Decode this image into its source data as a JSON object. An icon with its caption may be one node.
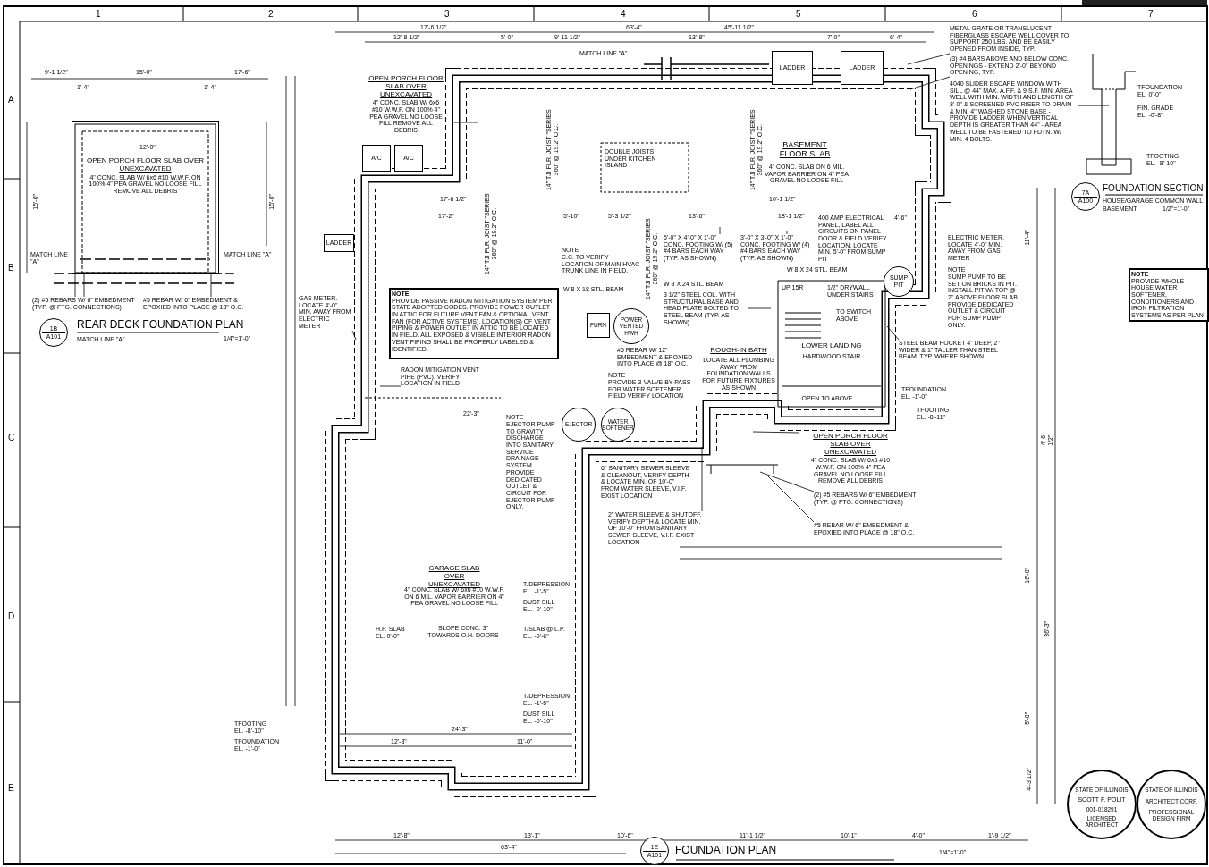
{
  "diagram": {
    "nodes": [
      {
        "text": [
          "NOTE",
          "PROVIDE PASSIVE RADON MITIGATION SYSTEM PER STATE ADOPTED CODES. PROVIDE POWER OUTLET IN ATTIC FOR FUTURE VENT FAN & OPTIONAL VENT FAN (FOR ACTIVE SYSTEMS). LOCATION(S) OF VENT PIPING & POWER OUTLET IN ATTIC TO BE LOCATED IN FIELD. ALL EXPOSED & VISIBLE INTERIOR RADON VENT PIPING SHALL BE PROPERLY LABELED & IDENTIFIED."
        ]
      },
      {
        "text": [
          "NOTE",
          "PROVIDE WHOLE HOUSE WATER SOFTENER, CONDITIONERS AND IRON FILTRATION SYSTEMS AS PER PLAN"
        ]
      },
      {
        "text": [
          "A/C"
        ]
      },
      {
        "text": [
          "A/C"
        ]
      },
      {
        "text": [
          "LADDER"
        ]
      },
      {
        "text": [
          "LADDER"
        ]
      },
      {
        "text": [
          "LADDER"
        ]
      },
      {
        "text": [
          "SUMP PIT"
        ]
      },
      {
        "text": [
          "POWER VENTED HWH"
        ]
      },
      {
        "text": [
          "FURN"
        ]
      },
      {
        "text": [
          "EJECTOR"
        ]
      },
      {
        "text": [
          "WATER SOFTENER"
        ]
      },
      {
        "text": [
          "1B",
          "A101"
        ]
      },
      {
        "text": [
          "1E",
          "A101"
        ]
      },
      {
        "text": [
          "7A",
          "A100"
        ]
      },
      {
        "text": [
          "(2) #5 REBARS W/ 6\" EMBEDMENT (TYP. @ FTG. CONNECTIONS)"
        ]
      },
      {
        "text": [
          "#5 REBAR W/ 6\" EMBEDMENT & EPOXIED INTO PLACE @ 18\" O.C."
        ]
      },
      {
        "text": [
          "OPEN PORCH FLOOR SLAB OVER UNEXCAVATED",
          "4\" CONC. SLAB W/ 6x6 #10 W.W.F. ON 100% 4\" PEA GRAVEL NO LOOSE FILL REMOVE ALL DEBRIS"
        ]
      },
      {
        "text": [
          "METAL GRATE OR TRANSLUCENT FIBERGLASS ESCAPE WELL COVER TO SUPPORT 250 LBS. AND BE EASILY OPENED FROM INSIDE, TYP."
        ]
      },
      {
        "text": [
          "(3) #4 BARS ABOVE AND BELOW CONC. OPENINGS - EXTEND 2'-0\" BEYOND OPENING, TYP."
        ]
      },
      {
        "text": [
          "RADON MITIGATION VENT PIPE (PVC). VERIFY LOCATION IN FIELD"
        ]
      },
      {
        "text": [
          "STEEL BEAM POCKET 4\" DEEP, 2\" WIDER & 1\" TALLER THAN STEEL BEAM, TYP. WHERE SHOWN"
        ]
      },
      {
        "text": [
          "GAS METER. LOCATE 4'-0\" MIN. AWAY FROM ELECTRIC METER"
        ]
      },
      {
        "text": [
          "2\" WATER SLEEVE & SHUTOFF. VERIFY DEPTH & LOCATE MIN. OF 10'-0\" FROM SANITARY SEWER SLEEVE, V.I.F. EXIST LOCATION"
        ]
      },
      {
        "text": [
          "(2) #5 REBARS W/ 6\" EMBEDMENT (TYP. @ FTG. CONNECTIONS)"
        ]
      },
      {
        "text": [
          "#5 REBAR W/ 6\" EMBEDMENT & EPOXIED INTO PLACE @ 18\" O.C."
        ]
      },
      {
        "text": [
          "5'-0\" X 4'-0\" X 1'-0\" CONC. FOOTING W/ (5) #4 BARS EACH WAY (TYP. AS SHOWN)"
        ]
      },
      {
        "text": [
          "3'-0\" X 3'-0\" X 1'-0\" CONC. FOOTING W/ (4) #4 BARS EACH WAY (TYP. AS SHOWN)"
        ]
      },
      {
        "text": [
          "3 1/2\" STEEL COL. WITH STRUCTURAL BASE AND HEAD PLATE BOLTED TO STEEL BEAM (TYP. AS SHOWN)"
        ]
      },
      {
        "text": [
          "OPEN PORCH FLOOR SLAB OVER UNEXCAVATED",
          "4\" CONC. SLAB W/ 6x6 #10 W.W.F. ON 100% 4\" PEA GRAVEL NO LOOSE FILL REMOVE ALL DEBRIS"
        ]
      },
      {
        "text": [
          "OPEN PORCH FLOOR SLAB OVER UNEXCAVATED",
          "4\" CONC. SLAB W/ 6x6 #10 W.W.F. ON 100% 4\" PEA GRAVEL NO LOOSE FILL REMOVE ALL DEBRIS"
        ]
      }
    ],
    "edges": [
      {
        "from": 15,
        "to": 30,
        "arrow": "none"
      },
      {
        "from": 15,
        "to": 30,
        "arrow": "none"
      },
      {
        "from": 16,
        "to": 30,
        "arrow": "none"
      },
      {
        "from": 17,
        "to": null,
        "arrow": "none"
      },
      {
        "from": 18,
        "to": null,
        "arrow": "none"
      },
      {
        "from": 19,
        "to": null,
        "arrow": "none"
      },
      {
        "from": 20,
        "to": null,
        "arrow": "none"
      },
      {
        "from": 21,
        "to": null,
        "arrow": "none"
      },
      {
        "from": 22,
        "to": null,
        "arrow": "none"
      },
      {
        "from": 23,
        "to": null,
        "arrow": "none"
      },
      {
        "from": 24,
        "to": null,
        "arrow": "none"
      },
      {
        "from": 25,
        "to": null,
        "arrow": "none"
      },
      {
        "from": 26,
        "to": null,
        "arrow": "none"
      },
      {
        "from": 27,
        "to": null,
        "arrow": "none"
      },
      {
        "from": 28,
        "to": null,
        "arrow": "none"
      },
      {
        "from": 29,
        "to": null,
        "arrow": "none"
      }
    ],
    "labels": [
      "1",
      "2",
      "3",
      "4",
      "5",
      "6",
      "7",
      "A",
      "B",
      "C",
      "D",
      "E",
      "MATCH LINE \"A\"",
      "MATCH LINE \"A\"",
      "REAR DECK FOUNDATION PLAN",
      "MATCH LINE \"A\"",
      "1/4\"=1'-0\"",
      "9'-1 1/2\"",
      "15'-0\"",
      "17'-6\"",
      "1'-4\"",
      "1'-4\"",
      "12'-0\"",
      "15'-0\"",
      "15'-0\"",
      "17'-6 1/2\"",
      "63'-4\"",
      "45'-11 1/2\"",
      "12'-8 1/2\"",
      "5'-0\"",
      "9'-11 1/2\"",
      "13'-8\"",
      "7'-0\"",
      "6'-4\"",
      "MATCH LINE \"A\"",
      "BASEMENT FLOOR SLAB",
      "4\" CONC. SLAB ON 6 MIL. VAPOR BARRIER ON 4\" PEA GRAVEL NO LOOSE FILL",
      "DOUBLE JOISTS UNDER KITCHEN ISLAND",
      "14\" TJI FLR. JOIST \"SERIES 360\" @ 19.2\" O.C.",
      "14\" TJI FLR. JOIST \"SERIES 360\" @ 19.2\" O.C.",
      "14\" TJI FLR. JOIST \"SERIES 360\" @ 19.2\" O.C.",
      "14\" TJI FLR. JOIST \"SERIES 360\" @ 19.2\" O.C.",
      "17'-6 1/2\"",
      "17'-2\"",
      "5'-10\"",
      "5'-3 1/2\"",
      "13'-6\"",
      "10'-1 1/2\"",
      "18'-1 1/2\"",
      "4'-6\"",
      "400 AMP ELECTRICAL PANEL, LABEL ALL CIRCUITS ON PANEL DOOR & FIELD VERIFY LOCATION. LOCATE MIN. 5'-0\" FROM SUMP PIT",
      "ELECTRIC METER. LOCATE 4'-0\" MIN. AWAY FROM GAS METER",
      "4040 SLIDER ESCAPE WINDOW WITH SILL @ 44\" MAX. A.F.F. & 9 S.F. MIN. AREA WELL WITH MIN. WIDTH AND LENGTH OF 3'-0\" & SCREENED PVC RISER TO DRAIN & MIN. 4\" WASHED STONE BASE - PROVIDE LADDER WHEN VERTICAL DEPTH IS GREATER THAN 44\" - AREA WELL TO BE FASTENED TO FDTN. W/ MIN. 4 BOLTS.",
      "NOTE",
      "SUMP PUMP TO BE SET ON BRICKS IN PIT. INSTALL PIT W/ TOP @ 2\" ABOVE FLOOR SLAB. PROVIDE DEDICATED OUTLET & CIRCUIT FOR SUMP PUMP ONLY.",
      "TFOUNDATION",
      "EL. 0'-0\"",
      "FIN. GRADE",
      "EL. -0'-8\"",
      "TFOOTING",
      "EL. -8'-10\"",
      "FOUNDATION SECTION",
      "HOUSE/GARAGE COMMON WALL",
      "BASEMENT",
      "1/2\"=1'-0\"",
      "NOTE",
      "C.C. TO VERIFY LOCATION OF MAIN HVAC TRUNK LINE IN FIELD.",
      "W 8 X 18 STL. BEAM",
      "W 8 X 24 STL. BEAM",
      "W 8 X 24 STL. BEAM",
      "ROUGH-IN BATH",
      "LOCATE ALL PLUMBING AWAY FROM FOUNDATION WALLS FOR FUTURE FIXTURES AS SHOWN",
      "LOWER LANDING",
      "HARDWOOD STAIR",
      "OPEN TO ABOVE",
      "UP 15R",
      "1/2\" DRYWALL UNDER STAIRS",
      "TO SWITCH ABOVE",
      "#5 REBAR W/ 12\" EMBEDMENT & EPOXIED INTO PLACE @ 18\" O.C.",
      "NOTE",
      "PROVIDE 3-VALVE BY-PASS FOR WATER SOFTENER. FIELD VERIFY LOCATION",
      "NOTE",
      "EJECTOR PUMP TO GRAVITY DISCHARGE INTO SANITARY SERVICE DRAINAGE SYSTEM. PROVIDE DEDICATED OUTLET & CIRCUIT FOR EJECTOR PUMP ONLY.",
      "6\" SANITARY SEWER SLEEVE & CLEANOUT, VERIFY DEPTH & LOCATE MIN. OF 10'-0\" FROM WATER SLEEVE, V.I.F. EXIST LOCATION",
      "22'-3\"",
      "GARAGE SLAB OVER UNEXCAVATED",
      "4\" CONC. SLAB W/ 6x6 #10 W.W.F. ON 6 MIL. VAPOR BARRIER ON 4\" PEA GRAVEL NO LOOSE FILL",
      "T/DEPRESSION",
      "EL. -1'-5\"",
      "DUST SILL",
      "EL. -0'-10\"",
      "T/SLAB @ L.P.",
      "EL. -0'-6\"",
      "H.P. SLAB",
      "EL. 0'-0\"",
      "SLOPE CONC. 3\" TOWARDS O.H. DOORS",
      "T/DEPRESSION",
      "EL. -1'-5\"",
      "DUST SILL",
      "EL. -0'-10\"",
      "TFOUNDATION",
      "EL. -1'-0\"",
      "TFOOTING",
      "EL. -8'-11\"",
      "TFOOTING",
      "EL. -8'-10\"",
      "TFOUNDATION",
      "EL. -1'-0\"",
      "24'-3\"",
      "12'-8\"",
      "11'-0\"",
      "12'-8\"",
      "13'-1\"",
      "10'-6\"",
      "11'-1 1/2\"",
      "10'-1\"",
      "4'-0\"",
      "1'-9 1/2\"",
      "63'-4\"",
      "FOUNDATION PLAN",
      "1/4\"=1'-0\"",
      "11'-4\"",
      "4'-6 1/2\"",
      "16'-0\"",
      "36'-3\"",
      "5'-0\"",
      "4'-3 1/2\"",
      "STATE OF ILLINOIS",
      "SCOTT F. POLIT",
      "001-018291",
      "LICENSED ARCHITECT",
      "STATE OF ILLINOIS",
      "ARCHITECT CORP.",
      "PROFESSIONAL DESIGN FIRM"
    ]
  }
}
